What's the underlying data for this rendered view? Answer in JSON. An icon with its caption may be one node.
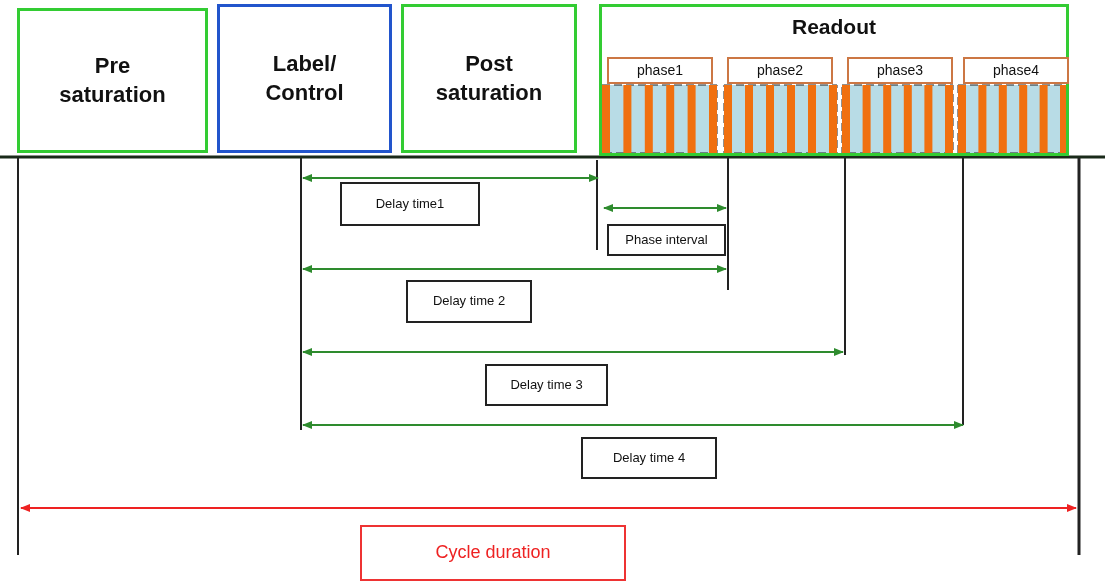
{
  "diagram": {
    "nodes": [
      {
        "text": [
          "Pre saturation"
        ]
      },
      {
        "text": [
          "Label/ Control"
        ]
      },
      {
        "text": [
          "Post saturation"
        ]
      },
      {
        "text": [
          "Readout"
        ]
      },
      {
        "text": [
          "phase1"
        ],
        "in": 3
      },
      {
        "text": [
          "phase2"
        ],
        "in": 3
      },
      {
        "text": [
          "phase3"
        ],
        "in": 3
      },
      {
        "text": [
          "phase4"
        ],
        "in": 3
      },
      {
        "text": [
          "Delay time1"
        ]
      },
      {
        "text": [
          "Phase interval"
        ]
      },
      {
        "text": [
          "Delay time 2"
        ]
      },
      {
        "text": [
          "Delay time 3"
        ]
      },
      {
        "text": [
          "Delay time 4"
        ]
      },
      {
        "text": [
          "Cycle duration"
        ]
      }
    ]
  }
}
